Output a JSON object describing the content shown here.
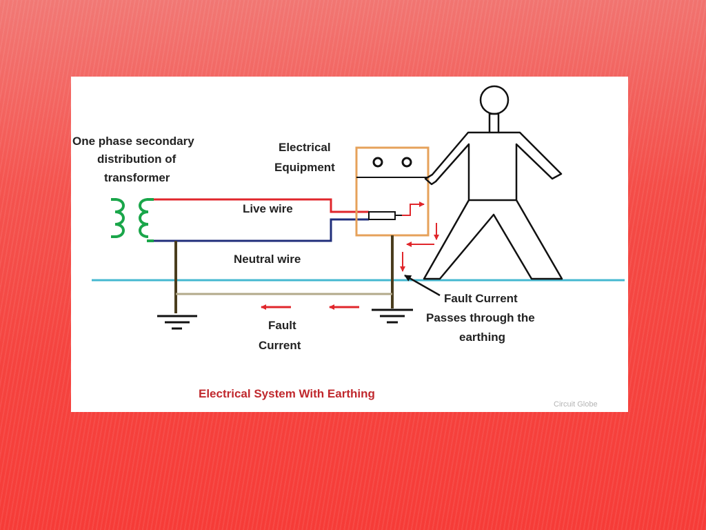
{
  "diagram": {
    "labels": {
      "transformer_line1": "One phase secondary",
      "transformer_line2": "distribution of",
      "transformer_line3": "transformer",
      "equipment_line1": "Electrical",
      "equipment_line2": "Equipment",
      "live_wire": "Live wire",
      "neutral_wire": "Neutral wire",
      "fault_line1": "Fault",
      "fault_line2": "Current",
      "earthing_line1": "Fault Current",
      "earthing_line2": "Passes through the",
      "earthing_line3": "earthing"
    },
    "caption": "Electrical System With Earthing",
    "credit": "Circuit Globe",
    "colors": {
      "live": "#e0262b",
      "neutral": "#1f2d7a",
      "coil": "#1aa64a",
      "equipment": "#e6a15a",
      "ground_line": "#45b8d0",
      "earth_wire": "#4a3d1e",
      "fault_arrow": "#e0262b",
      "figure": "#111111"
    }
  }
}
